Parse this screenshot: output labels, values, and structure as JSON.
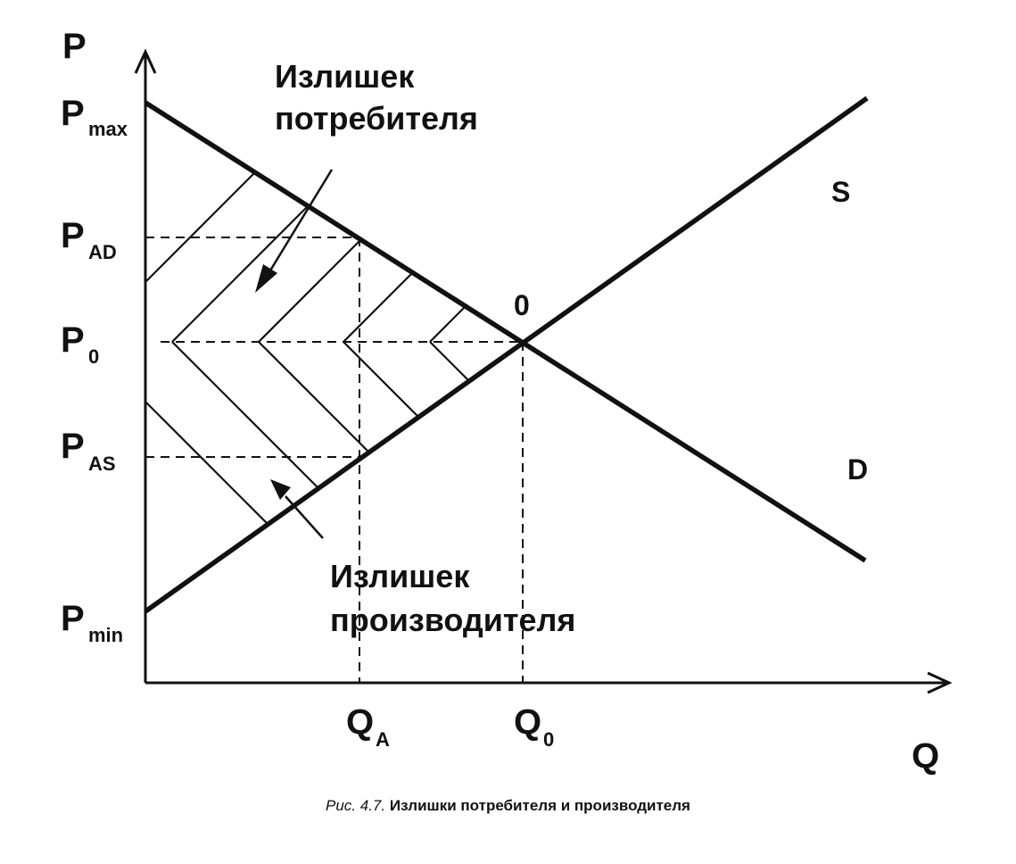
{
  "axes": {
    "y_letter": "P",
    "x_letter": "Q"
  },
  "price_labels": {
    "p_max": {
      "main": "P",
      "sub": "max"
    },
    "p_ad": {
      "main": "P",
      "sub": "AD"
    },
    "p_0": {
      "main": "P",
      "sub": "0"
    },
    "p_as": {
      "main": "P",
      "sub": "AS"
    },
    "p_min": {
      "main": "P",
      "sub": "min"
    }
  },
  "quantity_labels": {
    "q_a": {
      "main": "Q",
      "sub": "A"
    },
    "q_0": {
      "main": "Q",
      "sub": "0"
    }
  },
  "curves": {
    "supply": "S",
    "demand": "D",
    "equilibrium": "0"
  },
  "regions": {
    "consumer_surplus_line1": "Излишек",
    "consumer_surplus_line2": "потребителя",
    "producer_surplus_line1": "Излишек",
    "producer_surplus_line2": "производителя"
  },
  "caption": {
    "number": "Рис. 4.7.",
    "text": "Излишки потребителя и производителя"
  },
  "colors": {
    "ink": "#111111",
    "background": "#ffffff"
  }
}
